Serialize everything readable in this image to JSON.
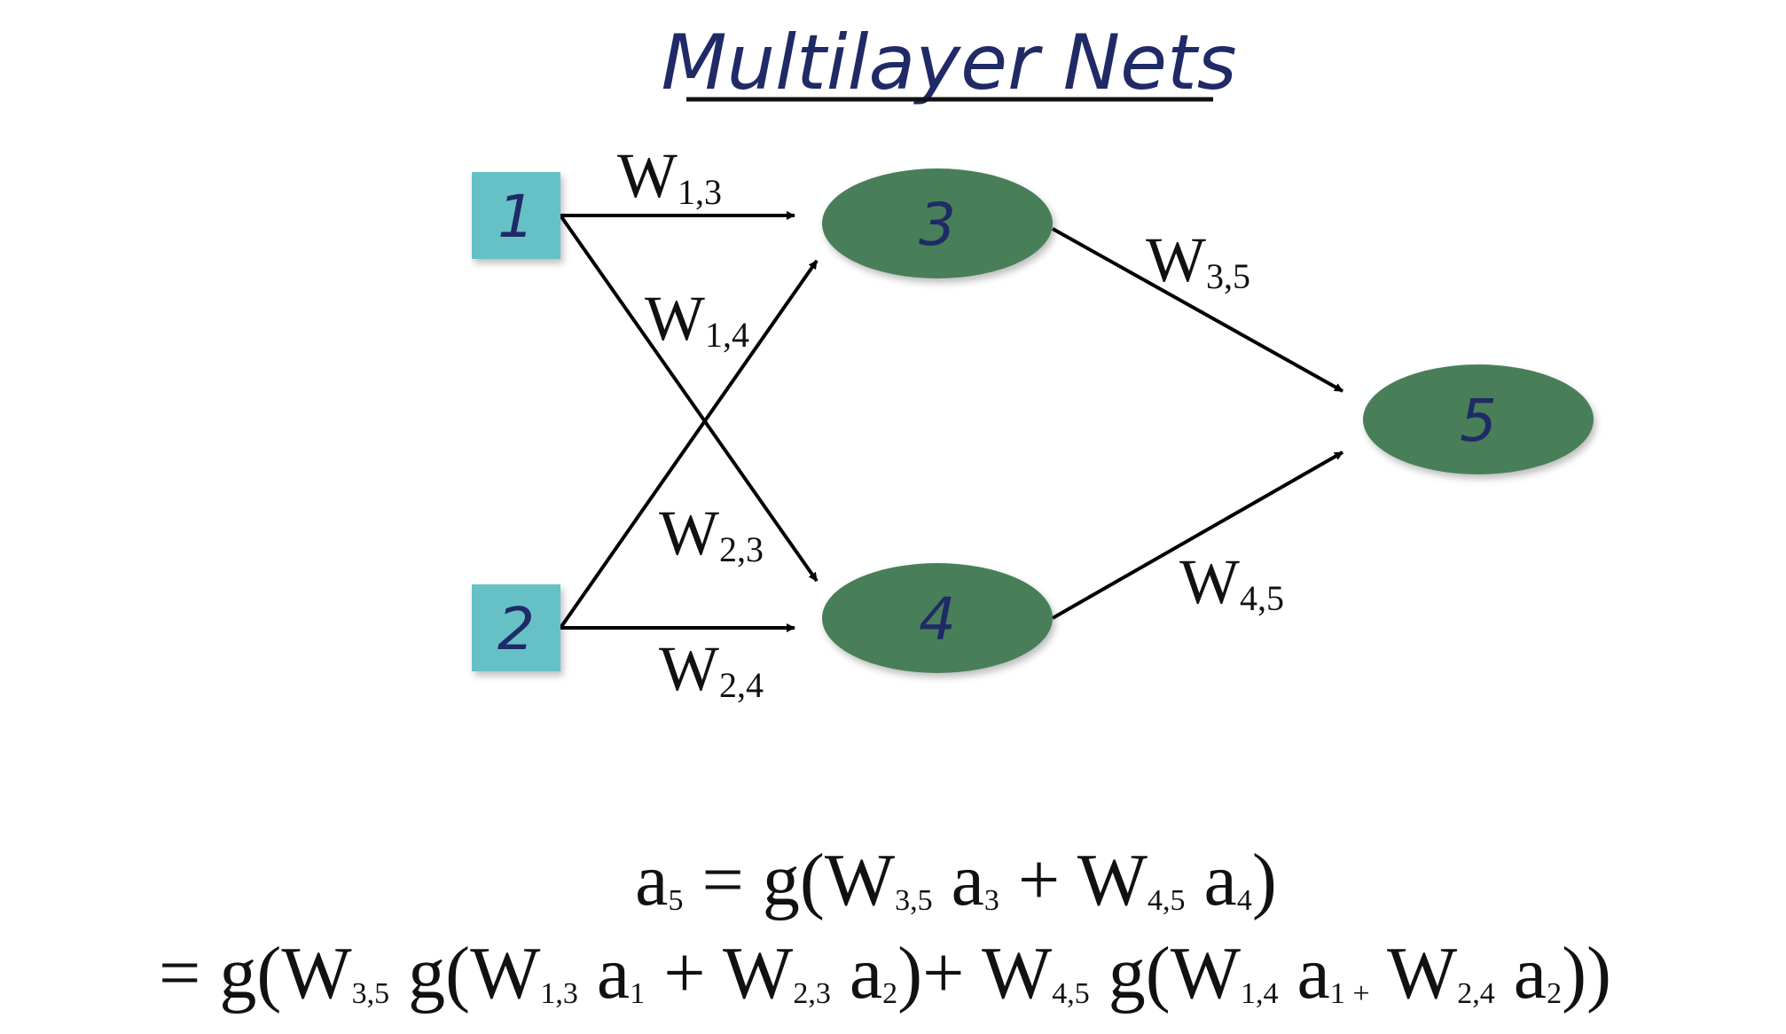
{
  "title": "Multilayer Nets",
  "nodes": [
    {
      "id": "1",
      "label": "1",
      "shape": "square"
    },
    {
      "id": "2",
      "label": "2",
      "shape": "square"
    },
    {
      "id": "3",
      "label": "3",
      "shape": "ellipse"
    },
    {
      "id": "4",
      "label": "4",
      "shape": "ellipse"
    },
    {
      "id": "5",
      "label": "5",
      "shape": "ellipse"
    }
  ],
  "edges": [
    {
      "from": "1",
      "to": "3",
      "w": "W",
      "sub": "1,3"
    },
    {
      "from": "1",
      "to": "4",
      "w": "W",
      "sub": "1,4"
    },
    {
      "from": "2",
      "to": "3",
      "w": "W",
      "sub": "2,3"
    },
    {
      "from": "2",
      "to": "4",
      "w": "W",
      "sub": "2,4"
    },
    {
      "from": "3",
      "to": "5",
      "w": "W",
      "sub": "3,5"
    },
    {
      "from": "4",
      "to": "5",
      "w": "W",
      "sub": "4,5"
    }
  ],
  "equations": {
    "line1": [
      {
        "t": "a"
      },
      {
        "s": "5"
      },
      {
        "t": " = g(W"
      },
      {
        "s": "3,5"
      },
      {
        "t": "  a"
      },
      {
        "s": "3"
      },
      {
        "t": " + W"
      },
      {
        "s": "4,5"
      },
      {
        "t": "  a"
      },
      {
        "s": "4"
      },
      {
        "t": ")"
      }
    ],
    "line2": [
      {
        "t": "= g(W"
      },
      {
        "s": "3,5"
      },
      {
        "t": "  g(W"
      },
      {
        "s": "1,3"
      },
      {
        "t": "  a"
      },
      {
        "s": "1"
      },
      {
        "t": " + W"
      },
      {
        "s": "2,3"
      },
      {
        "t": "  a"
      },
      {
        "s": "2"
      },
      {
        "t": ")+ W"
      },
      {
        "s": "4,5"
      },
      {
        "t": "  g(W"
      },
      {
        "s": "1,4"
      },
      {
        "t": "  a"
      },
      {
        "s": "1 +"
      },
      {
        "t": " W"
      },
      {
        "s": "2,4"
      },
      {
        "t": "  a"
      },
      {
        "s": "2"
      },
      {
        "t": "))"
      }
    ]
  },
  "colors": {
    "input_fill": "#66c1c7",
    "hidden_fill": "#4a7f58",
    "label_ink": "#1f2a66",
    "edge": "#000000"
  }
}
